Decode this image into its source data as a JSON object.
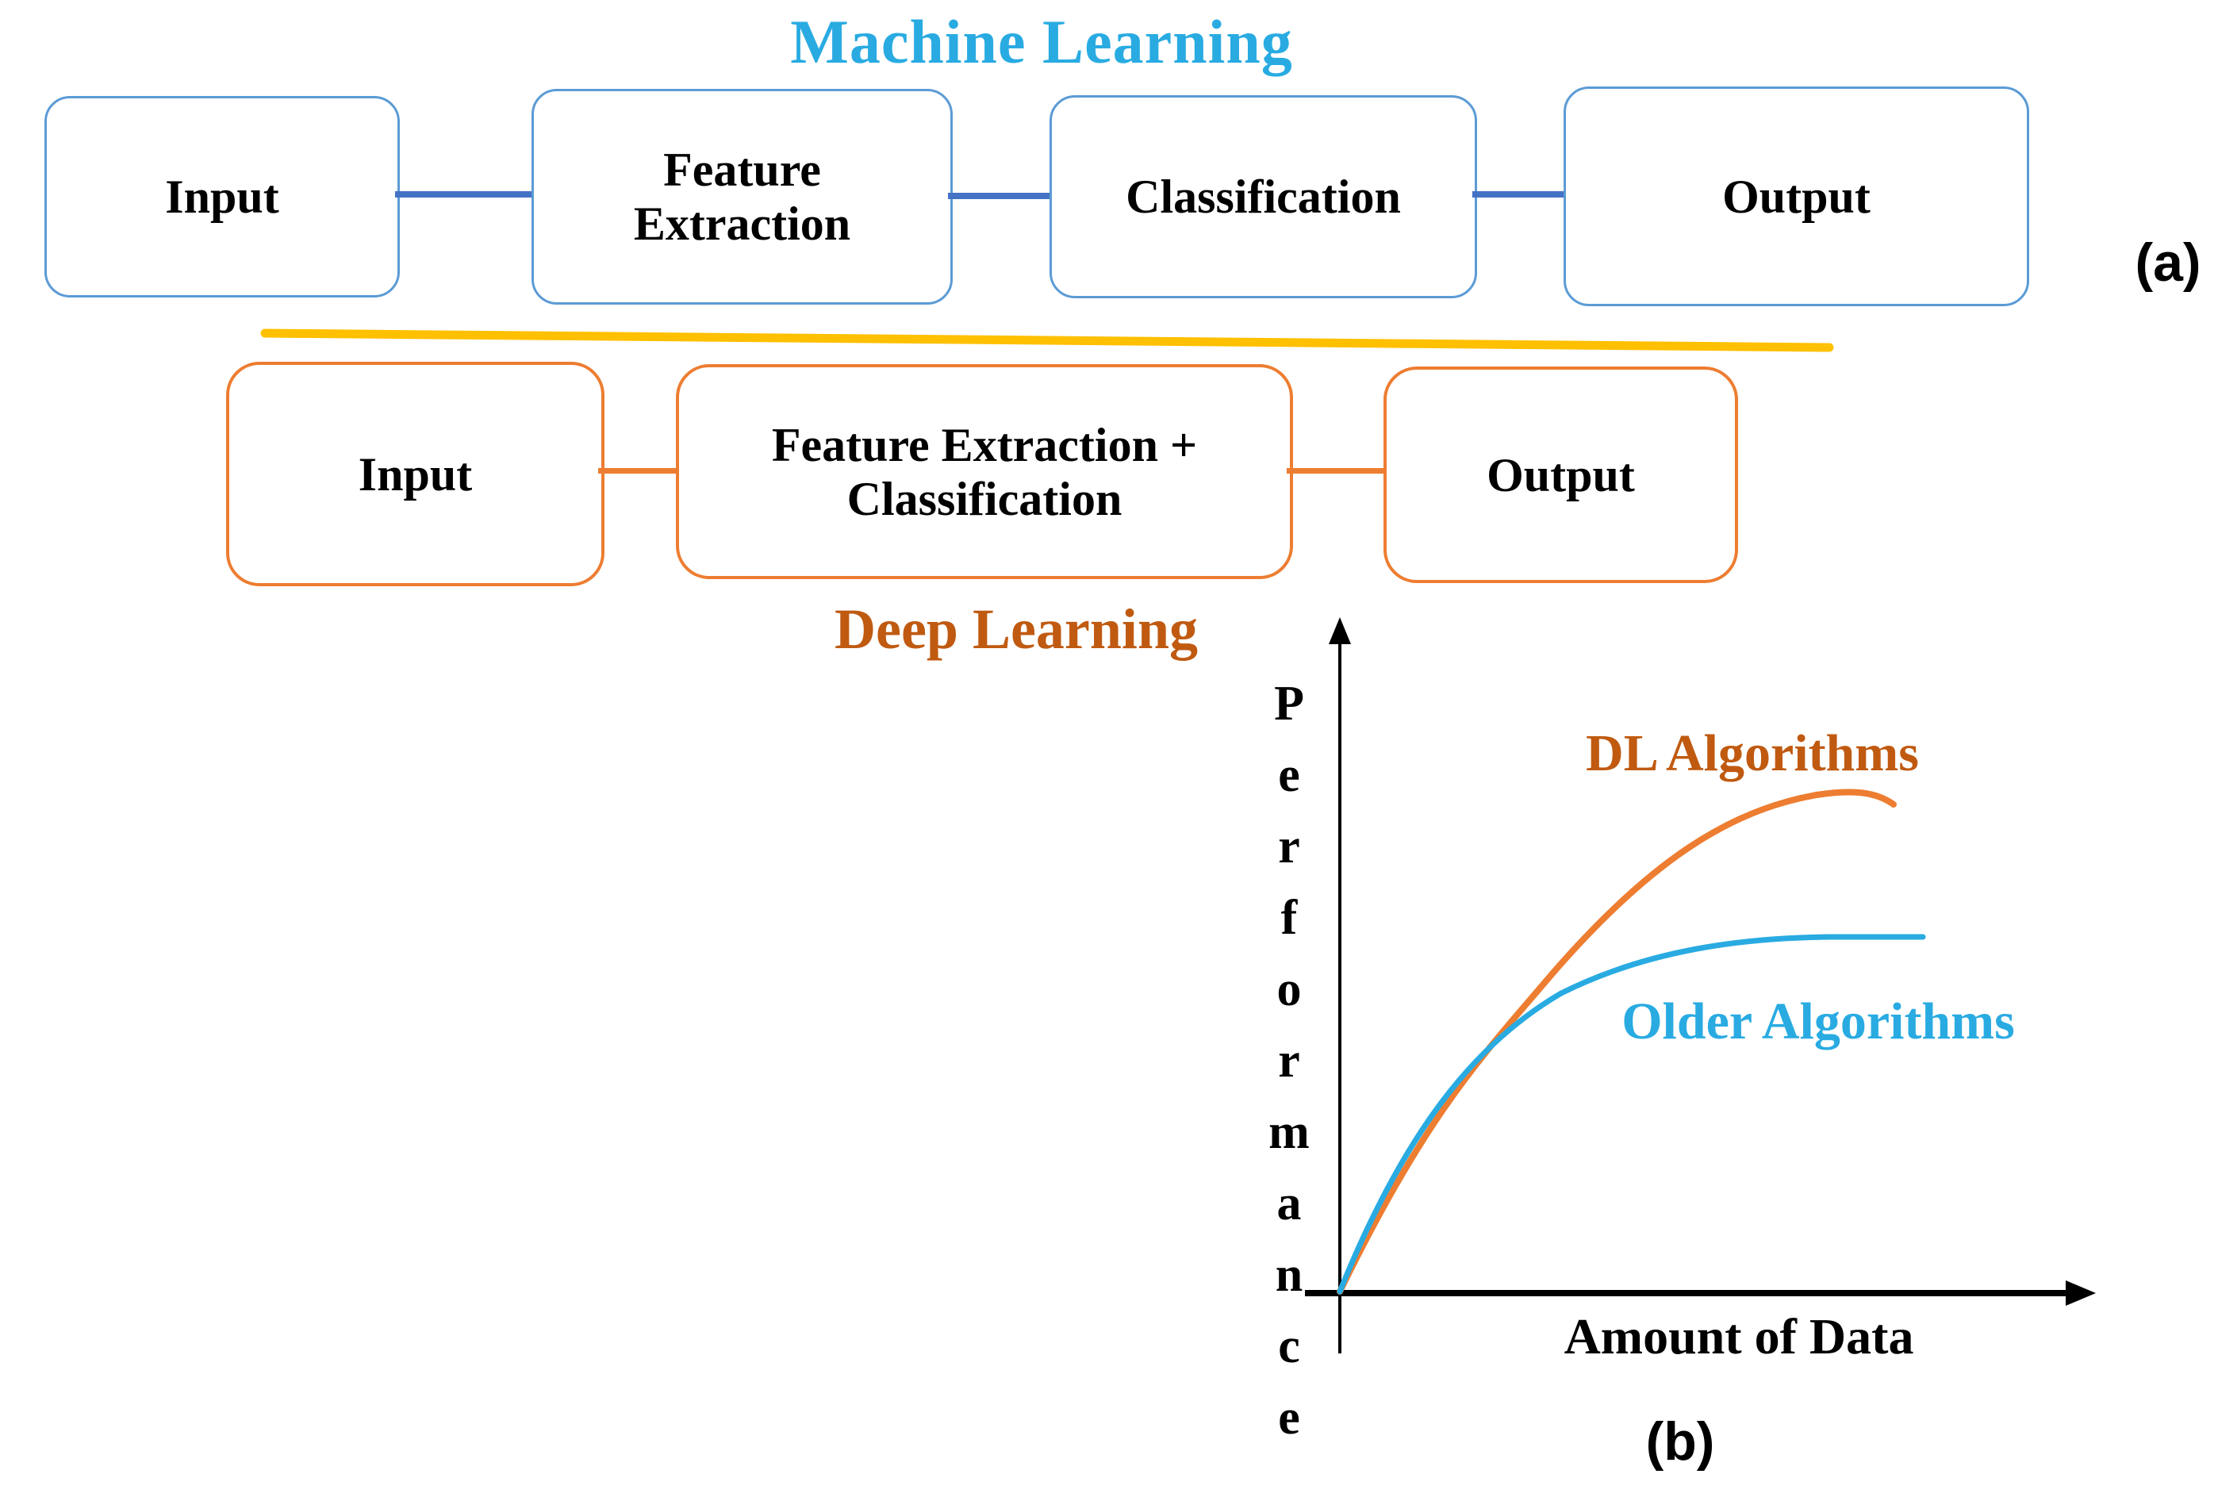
{
  "figure": {
    "panel_a_label": "(a)",
    "panel_b_label": "(b)"
  },
  "machine_learning": {
    "title": "Machine Learning",
    "boxes": [
      {
        "lines": [
          "Input"
        ]
      },
      {
        "lines": [
          "Feature",
          "Extraction"
        ]
      },
      {
        "lines": [
          "Classification"
        ]
      },
      {
        "lines": [
          "Output"
        ]
      }
    ]
  },
  "deep_learning": {
    "title": "Deep Learning",
    "boxes": [
      {
        "lines": [
          "Input"
        ]
      },
      {
        "lines": [
          "Feature Extraction +",
          "Classification"
        ]
      },
      {
        "lines": [
          "Output"
        ]
      }
    ]
  },
  "chart": {
    "y_axis_label": "Performance",
    "x_axis_label": "Amount of Data",
    "series": [
      {
        "name": "DL Algorithms",
        "curve_color": "#ED7D31",
        "label_color": "#C05A11"
      },
      {
        "name": "Older Algorithms",
        "curve_color": "#29ABE2",
        "label_color": "#29ABE2"
      }
    ]
  },
  "colors": {
    "ml_title": "#29ABE2",
    "ml_box_border": "#5B9BD5",
    "ml_connector": "#4472C4",
    "divider_line": "#FFC000",
    "dl_box_border": "#ED7D31",
    "dl_connector": "#ED7D31",
    "dl_title": "#C05A11",
    "axis": "#000000",
    "box_text": "#000000"
  },
  "chart_data": {
    "type": "line",
    "title": "",
    "xlabel": "Amount of Data",
    "ylabel": "Performance",
    "axes_numeric": false,
    "xlim_norm": [
      0,
      1
    ],
    "ylim_norm": [
      0,
      1
    ],
    "grid": false,
    "legend_position": "labels-inline-near-curves",
    "description": "Conceptual (unlabeled axes): deep-learning algorithm performance keeps rising as data grows and overtakes older algorithms, which plateau at a lower level.",
    "series": [
      {
        "name": "DL Algorithms",
        "x_norm": [
          0.0,
          0.11,
          0.2,
          0.29,
          0.42,
          0.52,
          0.64,
          0.74
        ],
        "y_norm": [
          0.0,
          0.2,
          0.36,
          0.48,
          0.65,
          0.72,
          0.75,
          0.73
        ]
      },
      {
        "name": "Older Algorithms",
        "x_norm": [
          0.0,
          0.09,
          0.2,
          0.3,
          0.42,
          0.54,
          0.78
        ],
        "y_norm": [
          0.0,
          0.23,
          0.37,
          0.45,
          0.52,
          0.53,
          0.53
        ]
      }
    ]
  }
}
